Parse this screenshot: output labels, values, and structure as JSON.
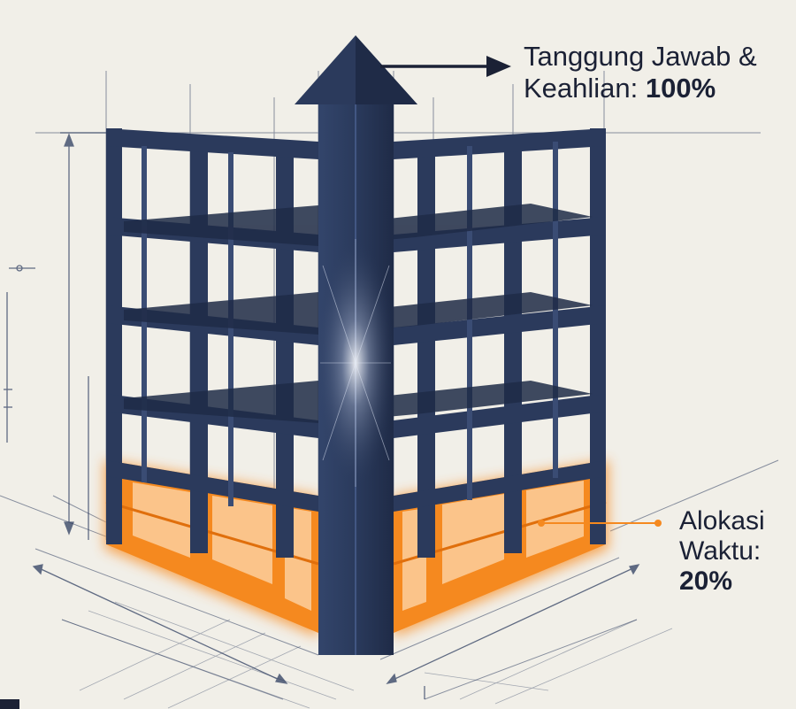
{
  "annotations": {
    "responsibility": {
      "line1": "Tanggung Jawab &",
      "line2_prefix": "Keahlian:",
      "value": "100%"
    },
    "time": {
      "line1": "Alokasi",
      "line2": "Waktu:",
      "value": "20%"
    }
  },
  "colors": {
    "background": "#f1efe8",
    "frame": "#2b3a5c",
    "frame_dark": "#1c2740",
    "base_orange": "#f5891f",
    "base_light": "#fbc48a",
    "text": "#1b2135",
    "blueprint": "#2f3e60"
  }
}
